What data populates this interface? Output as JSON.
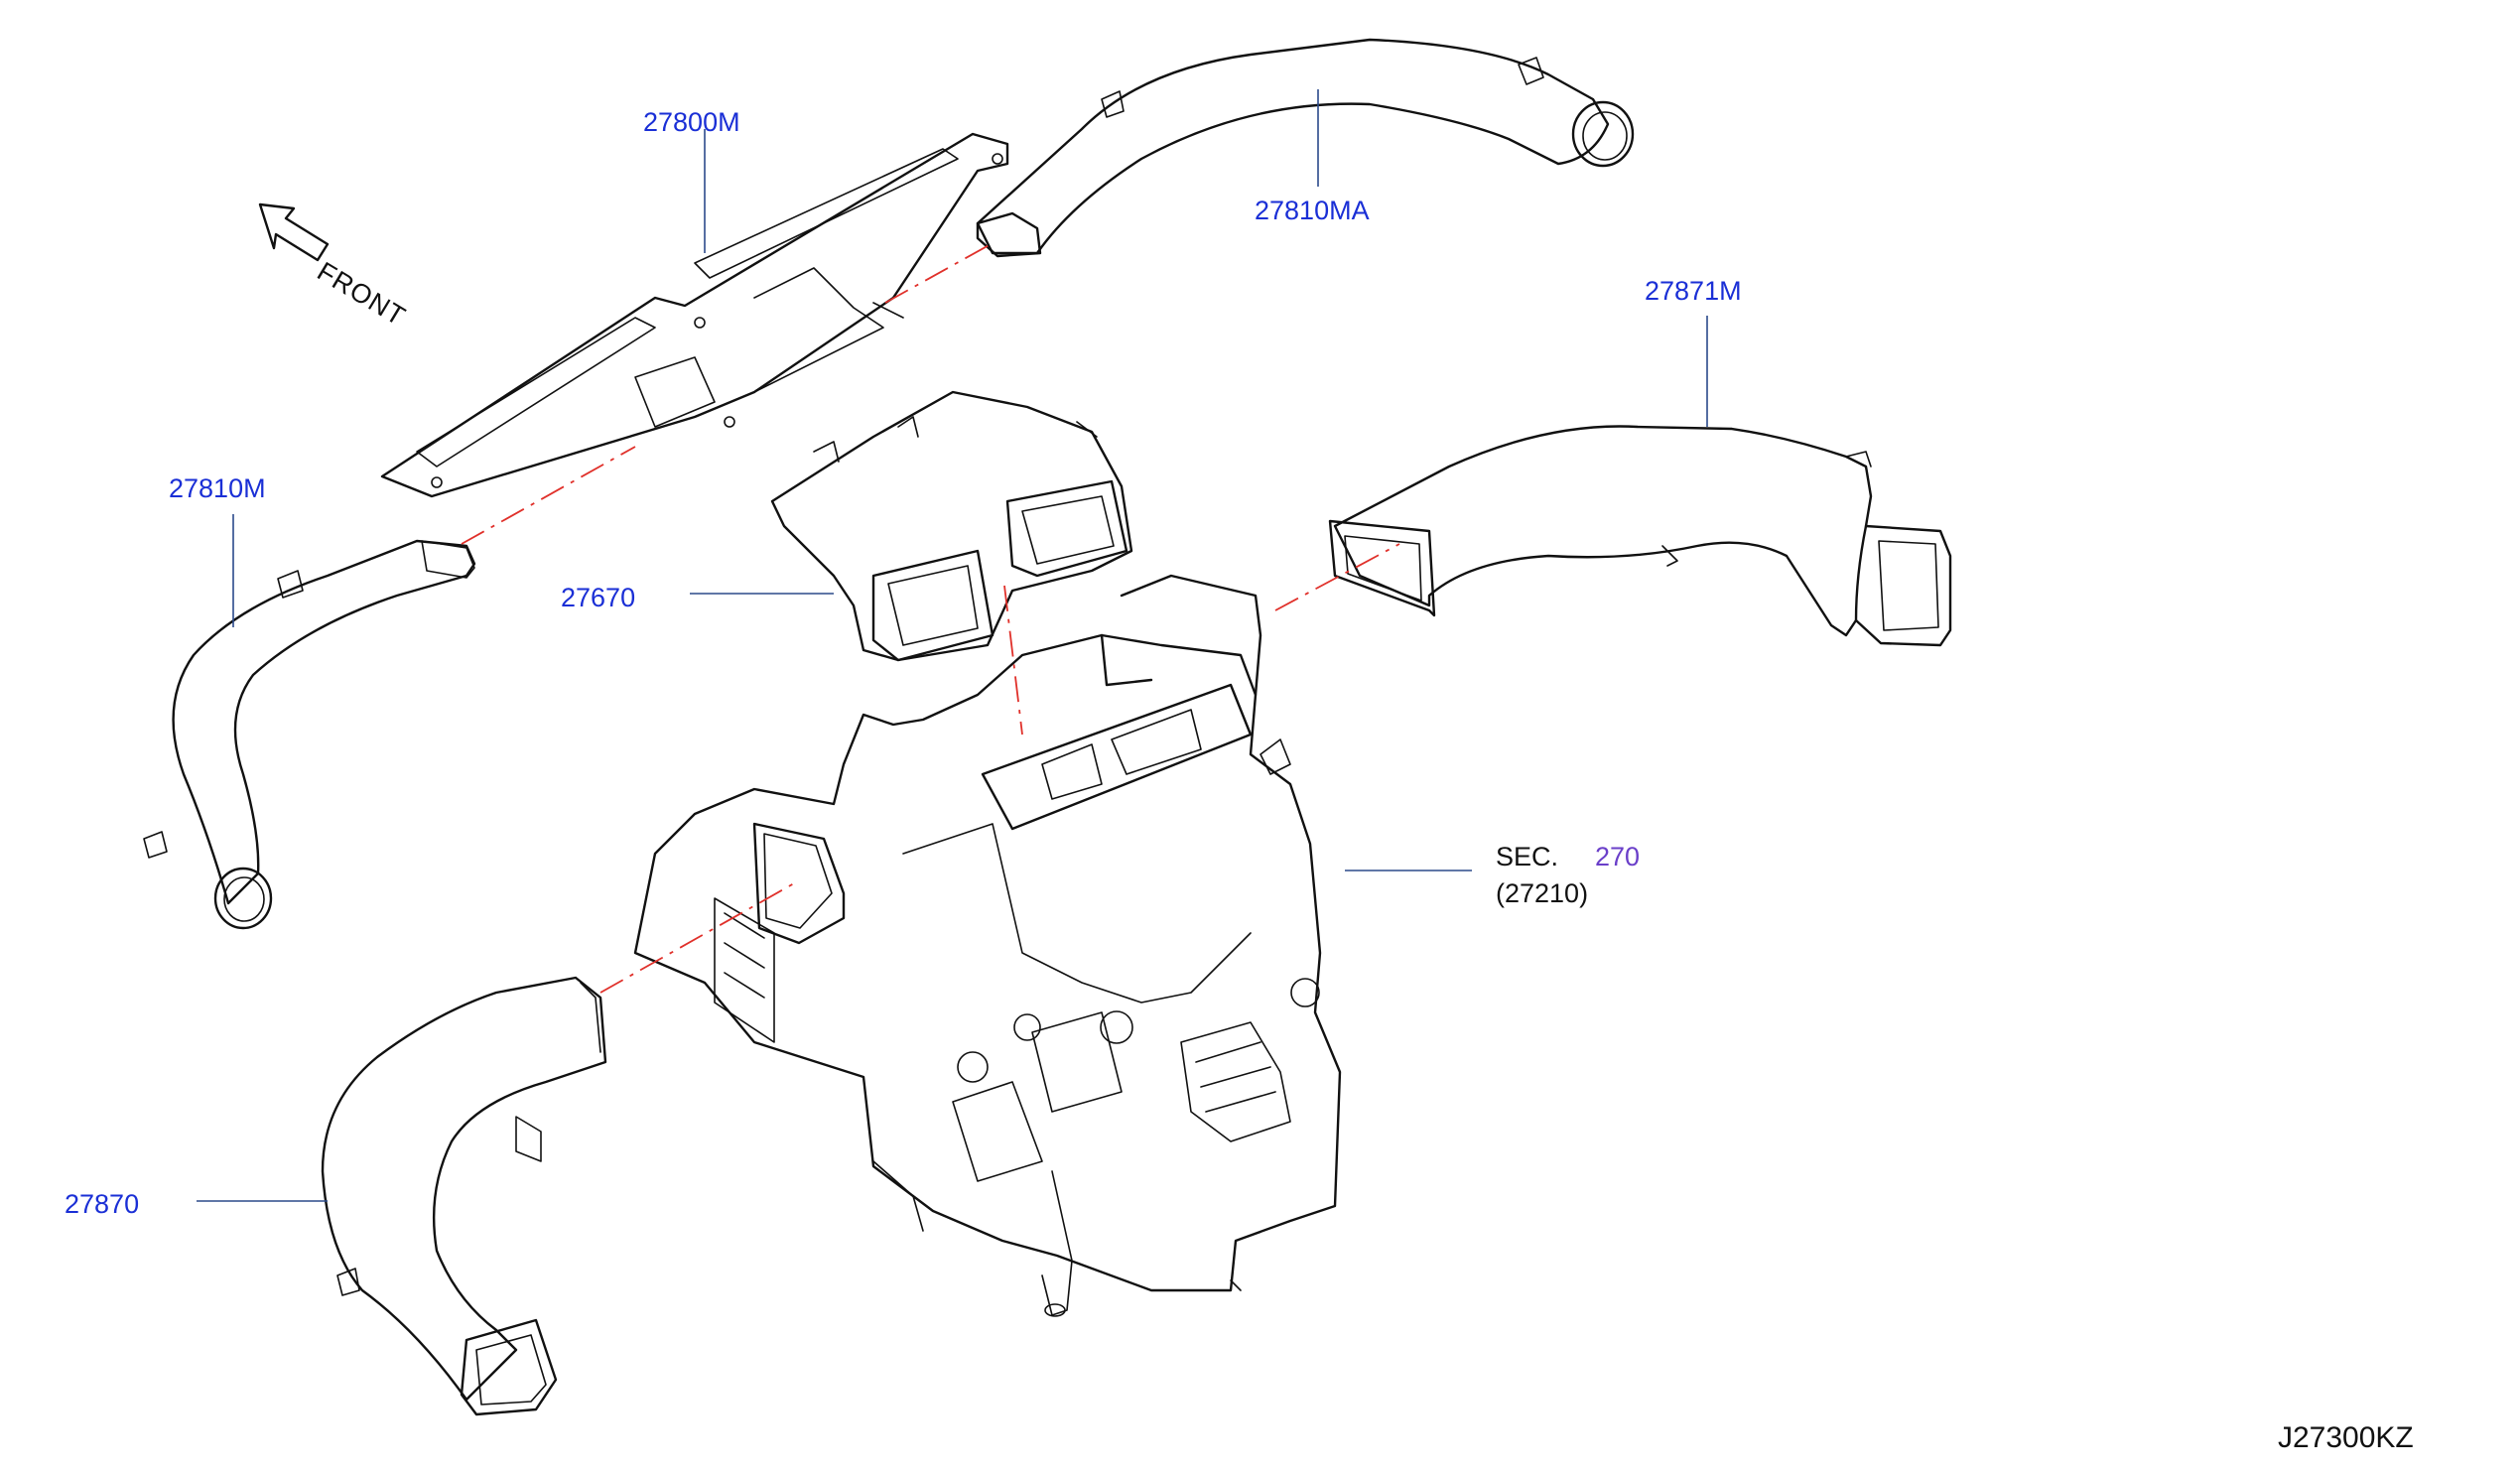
{
  "diagram": {
    "orientation_label": "FRONT",
    "drawing_id": "J27300KZ",
    "colors": {
      "part_label": "#1a2fd6",
      "reference_link": "#6a3fc9",
      "leader_line": "#2b4a8a",
      "connection_line": "#e0302a",
      "outline": "#111111"
    },
    "parts": [
      {
        "id": "27800M"
      },
      {
        "id": "27810MA"
      },
      {
        "id": "27871M"
      },
      {
        "id": "27810M"
      },
      {
        "id": "27670"
      },
      {
        "id": "27870"
      }
    ],
    "reference": {
      "prefix": "SEC.",
      "section": "270",
      "sub_part": "(27210)"
    }
  }
}
